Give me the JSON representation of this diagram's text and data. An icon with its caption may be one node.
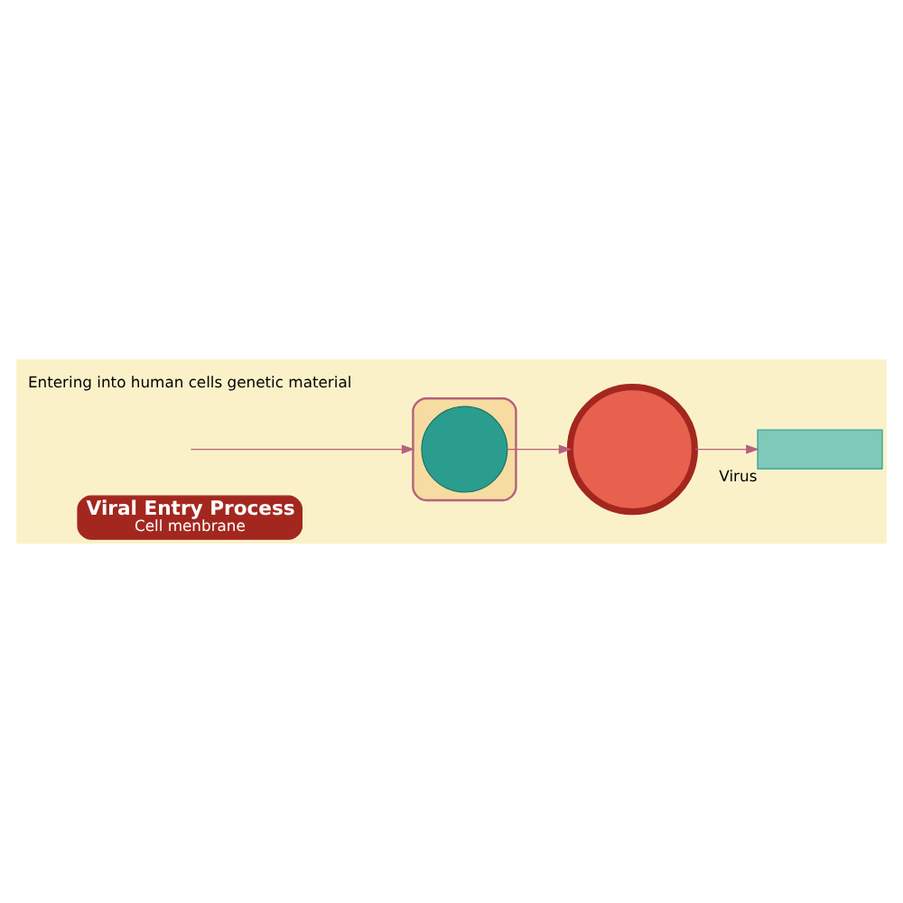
{
  "diagram": {
    "nodes": [
      {
        "text": [
          "Viral Entry Process",
          "Cell menbrane"
        ]
      },
      {
        "text": [],
        "shape": "box",
        "beside": [
          "Virus"
        ]
      },
      {
        "text": [],
        "shape": "circle"
      },
      {
        "text": [],
        "shape": "cloud"
      },
      {
        "text": [],
        "shape": "circle",
        "in": 3
      }
    ],
    "edges": [
      {
        "from": 2,
        "to": 1,
        "arrow": "to"
      },
      {
        "from": 4,
        "to": 2,
        "arrow": "to"
      },
      {
        "from": null,
        "to": 3,
        "arrow": "to"
      }
    ],
    "labels": [
      "Entering into human cells genetic material"
    ]
  }
}
